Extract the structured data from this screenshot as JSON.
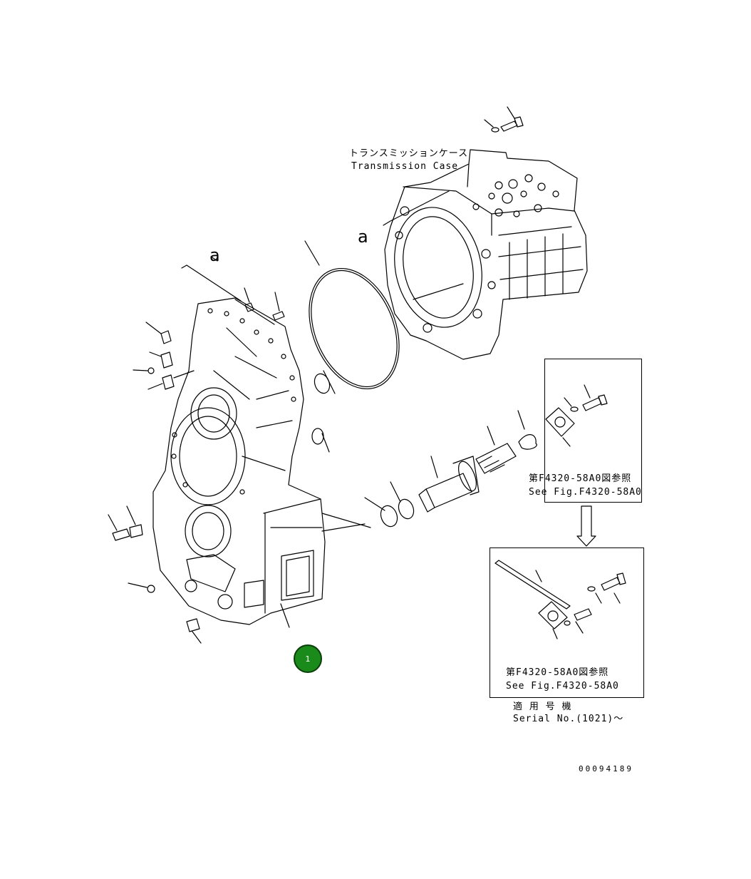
{
  "callout": {
    "number": "1",
    "color": "#1a8a1a"
  },
  "labels": {
    "trans_case_jp": "トランスミッションケース",
    "trans_case_en": "Transmission Case",
    "marker_a_top": "a",
    "marker_a_left": "a",
    "inset1_ref_jp": "第F4320-58A0図参照",
    "inset1_ref_en": "See Fig.F4320-58A0",
    "inset2_ref_jp": "第F4320-58A0図参照",
    "inset2_ref_en": "See Fig.F4320-58A0",
    "serial_jp": "適 用 号 機",
    "serial_en": "Serial No.(1021)～",
    "drawing_code": "00094189"
  },
  "icons": [
    "down-arrow-icon"
  ]
}
